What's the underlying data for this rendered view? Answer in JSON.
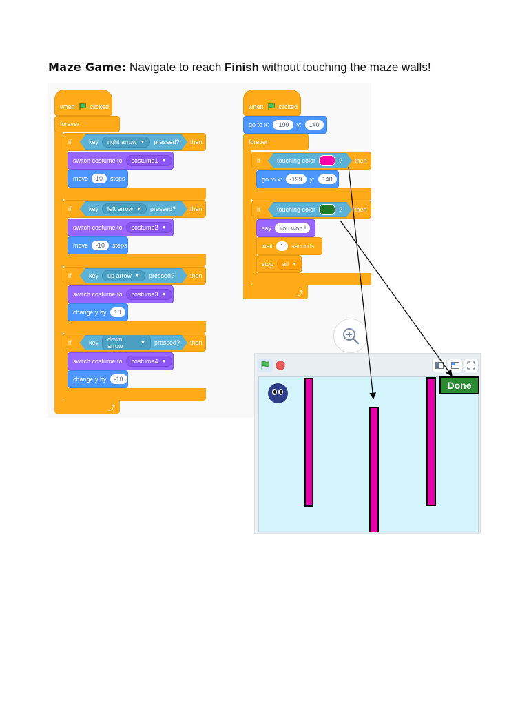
{
  "heading": {
    "bold": "Maze Game:",
    "part1": " Navigate to reach ",
    "finish": "Finish",
    "part2": " without touching the maze walls!"
  },
  "colors": {
    "control": "#ffab19",
    "motion": "#4c97ff",
    "looks": "#9966ff",
    "sensing": "#5cb1d6",
    "wall": "#e600a8",
    "finish": "#2a8a32",
    "stage_bg": "#d4f4fc"
  },
  "script1": {
    "when": "when",
    "clicked": "clicked",
    "forever": "forever",
    "blocks": [
      {
        "if": "if",
        "key": "key",
        "keyname": "right arrow",
        "pressed": "pressed?",
        "then": "then",
        "switch": "switch costume to",
        "costume": "costume1",
        "action": "move",
        "value": "10",
        "suffix": "steps"
      },
      {
        "if": "if",
        "key": "key",
        "keyname": "left arrow",
        "pressed": "pressed?",
        "then": "then",
        "switch": "switch costume to",
        "costume": "costume2",
        "action": "move",
        "value": "-10",
        "suffix": "steps"
      },
      {
        "if": "if",
        "key": "key",
        "keyname": "up arrow",
        "pressed": "pressed?",
        "then": "then",
        "switch": "switch costume to",
        "costume": "costume3",
        "action": "change y by",
        "value": "10",
        "suffix": ""
      },
      {
        "if": "if",
        "key": "key",
        "keyname": "down arrow",
        "pressed": "pressed?",
        "then": "then",
        "switch": "switch costume to",
        "costume": "costume4",
        "action": "change y by",
        "value": "-10",
        "suffix": ""
      }
    ]
  },
  "script2": {
    "when": "when",
    "clicked": "clicked",
    "goto": "go to x:",
    "x": "-199",
    "y_label": "y:",
    "y": "140",
    "forever": "forever",
    "if1": {
      "if": "if",
      "touching": "touching color",
      "q": "?",
      "then": "then",
      "swatch": "#ff00a8",
      "goto": "go to x:",
      "x": "-199",
      "y_label": "y:",
      "y": "140"
    },
    "if2": {
      "if": "if",
      "touching": "touching color",
      "q": "?",
      "then": "then",
      "swatch": "#1f7a2a",
      "say": "say",
      "message": "You won !",
      "wait": "wait",
      "seconds_value": "1",
      "seconds": "seconds",
      "stop": "stop",
      "stop_option": "all"
    }
  },
  "stage": {
    "done_label": "Done",
    "icons": [
      "green-flag-icon",
      "stop-icon",
      "small-stage-icon",
      "large-stage-icon",
      "fullscreen-icon",
      "zoom-in-icon"
    ]
  }
}
